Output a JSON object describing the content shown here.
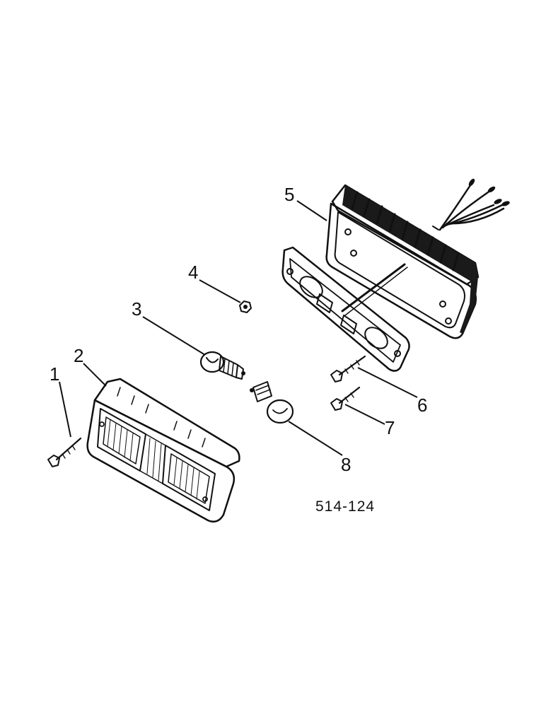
{
  "diagram": {
    "ref_code": "514-124",
    "callouts": [
      {
        "number": "1",
        "part": "screw"
      },
      {
        "number": "2",
        "part": "lens"
      },
      {
        "number": "3",
        "part": "bulb"
      },
      {
        "number": "4",
        "part": "nut"
      },
      {
        "number": "5",
        "part": "housing"
      },
      {
        "number": "6",
        "part": "screw"
      },
      {
        "number": "7",
        "part": "screw"
      },
      {
        "number": "8",
        "part": "bulb"
      }
    ]
  },
  "colors": {
    "ink": "#111111",
    "paper": "#ffffff"
  }
}
